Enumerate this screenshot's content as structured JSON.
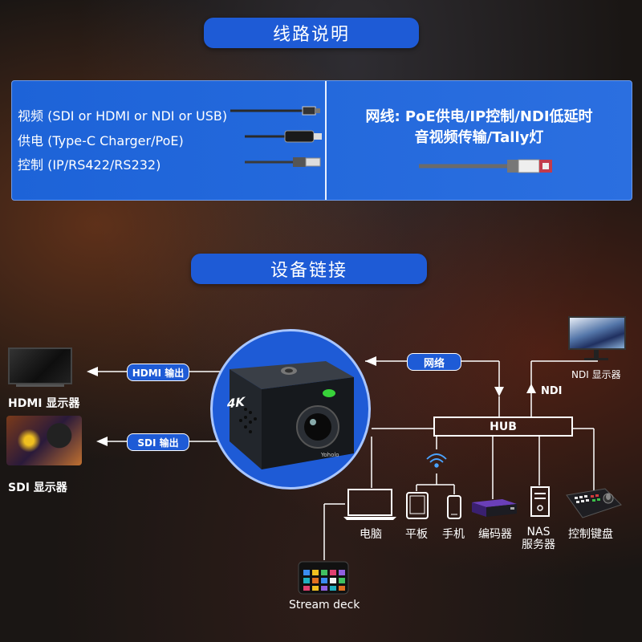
{
  "header_wiring": "线路说明",
  "header_connect": "设备链接",
  "cables": {
    "video": "视频 (SDI or HDMI or NDI or USB)",
    "power": "供电 (Type-C Charger/PoE)",
    "control": "控制 (IP/RS422/RS232)"
  },
  "network": {
    "line1": "网线: PoE供电/IP控制/NDI低延时",
    "line2": "音视频传输/Tally灯"
  },
  "camera": {
    "badge": "4K",
    "brand": "Yoholo"
  },
  "outputs": {
    "hdmi_out": "HDMI 输出",
    "sdi_out": "SDI 输出",
    "hdmi_monitor": "HDMI 显示器",
    "sdi_monitor": "SDI 显示器"
  },
  "net_label": "网络",
  "ndi_label": "NDI",
  "ndi_monitor": "NDI 显示器",
  "hub": "HUB",
  "devices": {
    "computer": "电脑",
    "tablet": "平板",
    "phone": "手机",
    "encoder": "编码器",
    "nas_line1": "NAS",
    "nas_line2": "服务器",
    "keyboard": "控制键盘",
    "streamdeck": "Stream deck"
  }
}
